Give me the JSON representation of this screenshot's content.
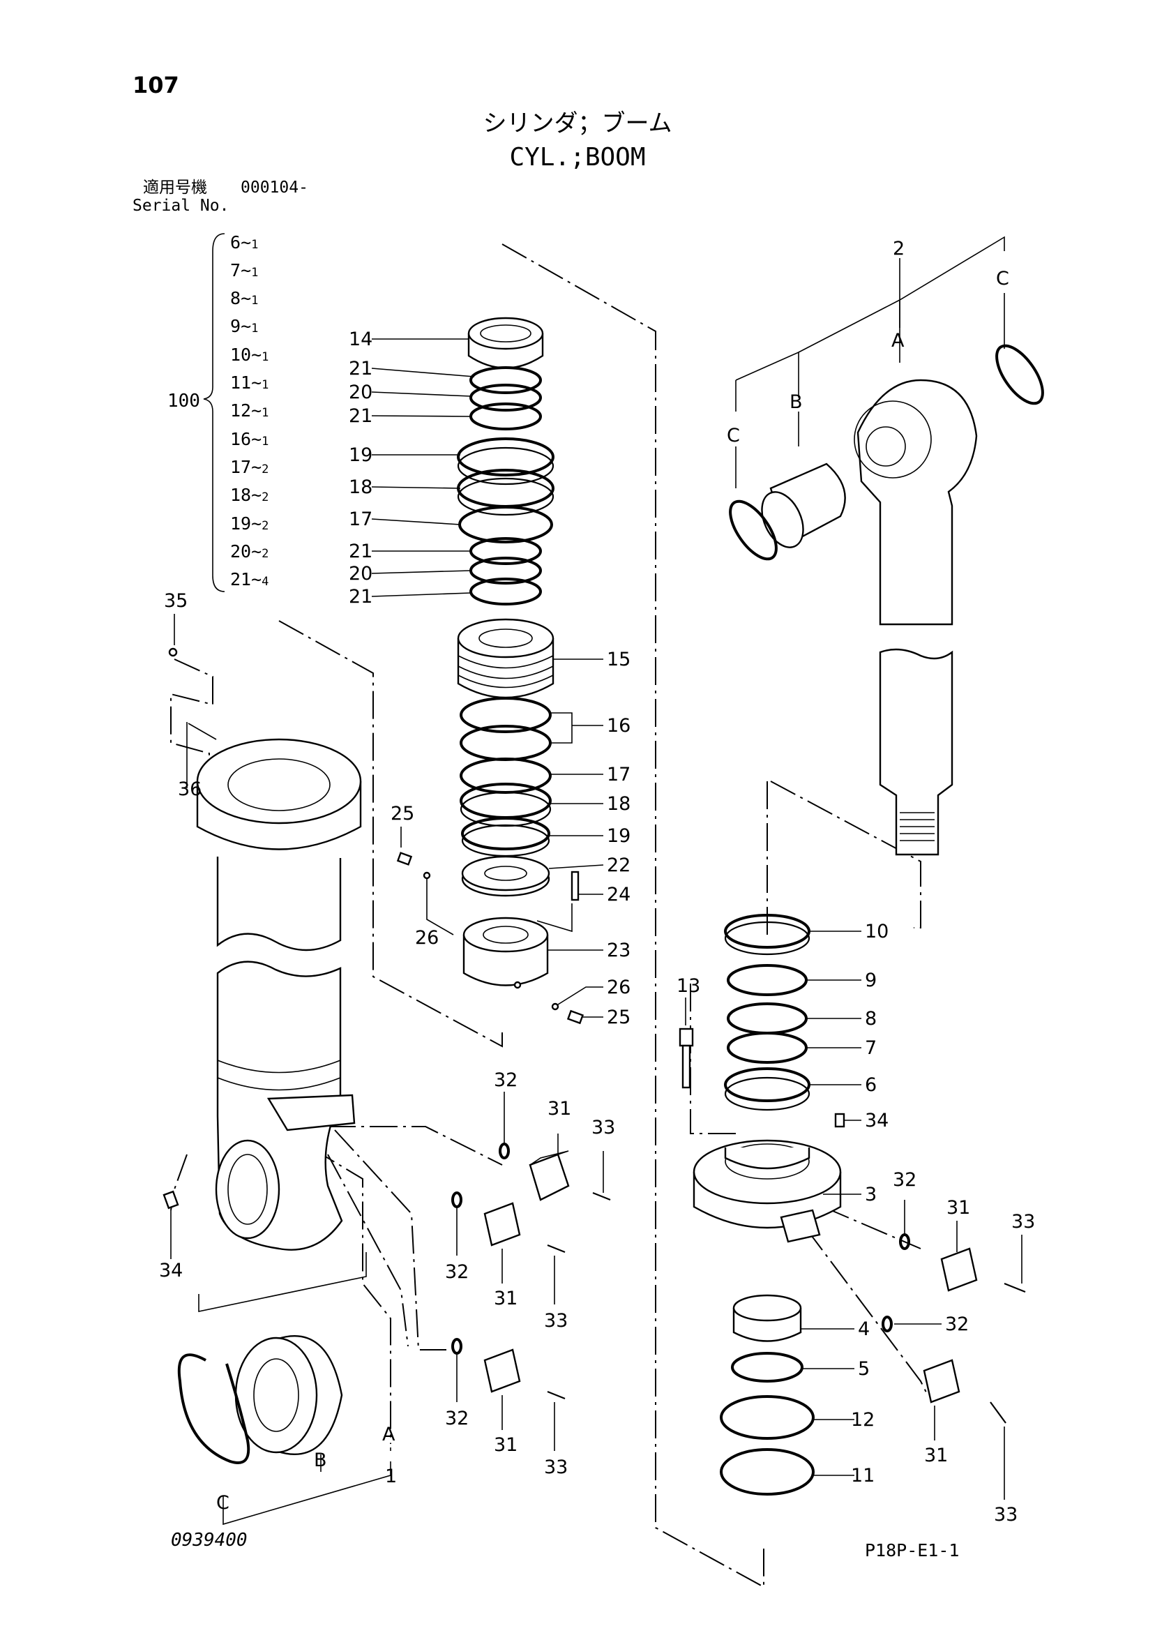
{
  "page_number": "107",
  "title_jp": "シリンダ；ブーム",
  "title_en": "CYL.;BOOM",
  "serial": {
    "label_jp": "適用号機",
    "value": "000104-",
    "label_en": "Serial No."
  },
  "kit": {
    "label": "100",
    "items": [
      {
        "part": "6",
        "qty": "1"
      },
      {
        "part": "7",
        "qty": "1"
      },
      {
        "part": "8",
        "qty": "1"
      },
      {
        "part": "9",
        "qty": "1"
      },
      {
        "part": "10",
        "qty": "1"
      },
      {
        "part": "11",
        "qty": "1"
      },
      {
        "part": "12",
        "qty": "1"
      },
      {
        "part": "16",
        "qty": "1"
      },
      {
        "part": "17",
        "qty": "2"
      },
      {
        "part": "18",
        "qty": "2"
      },
      {
        "part": "19",
        "qty": "2"
      },
      {
        "part": "20",
        "qty": "2"
      },
      {
        "part": "21",
        "qty": "4"
      }
    ]
  },
  "callouts": {
    "c14": "14",
    "c21a": "21",
    "c20a": "20",
    "c21b": "21",
    "c19a": "19",
    "c18a": "18",
    "c17a": "17",
    "c21c": "21",
    "c20b": "20",
    "c21d": "21",
    "c15": "15",
    "c16": "16",
    "c17b": "17",
    "c18b": "18",
    "c19b": "19",
    "c22": "22",
    "c24": "24",
    "c25a": "25",
    "c26a": "26",
    "c23": "23",
    "c26b": "26",
    "c25b": "25",
    "c35": "35",
    "c36": "36",
    "c34a": "34",
    "c32a": "32",
    "c31a": "31",
    "c33a": "33",
    "c32b": "32",
    "c31b": "31",
    "c33b": "33",
    "c32c": "32",
    "c31c": "31",
    "c33c": "33",
    "cA1": "A",
    "cB1": "B",
    "cC1": "C",
    "c1": "1",
    "c2": "2",
    "cA2": "A",
    "cB2": "B",
    "cC2": "C",
    "cC3": "C",
    "c10": "10",
    "c9": "9",
    "c8": "8",
    "c7": "7",
    "c6": "6",
    "c13": "13",
    "c34b": "34",
    "c3": "3",
    "c32d": "32",
    "c31d": "31",
    "c33d": "33",
    "c4": "4",
    "c32e": "32",
    "c5": "5",
    "c12": "12",
    "c11": "11",
    "c31e": "31",
    "c33e": "33"
  },
  "footer": {
    "drawing_no": "0939400",
    "ref": "P18P-E1-1"
  }
}
